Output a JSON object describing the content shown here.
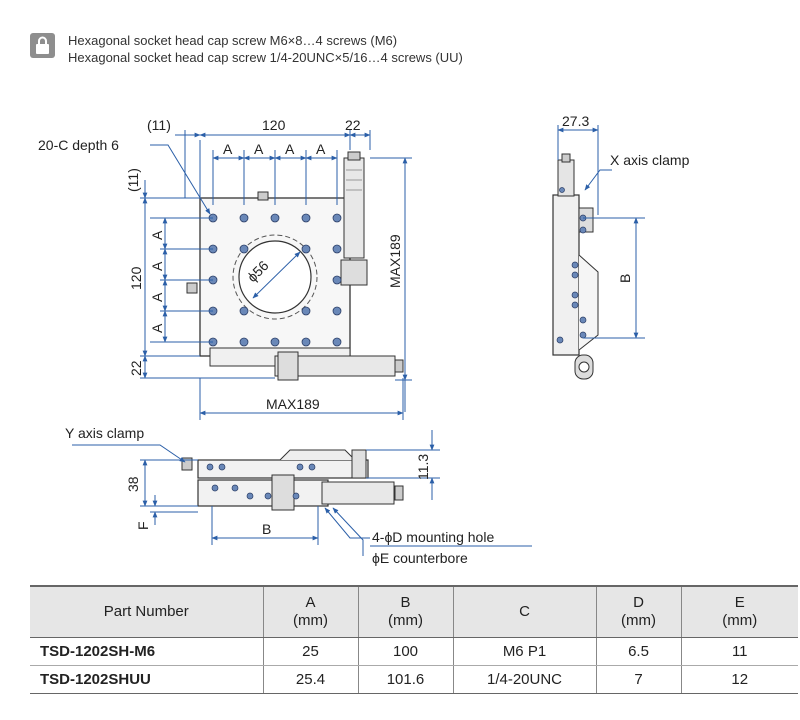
{
  "notes": {
    "line1": "Hexagonal socket head cap screw M6×8…4 screws (M6)",
    "line2": "Hexagonal socket head cap screw 1/4-20UNC×5/16…4 screws (UU)"
  },
  "drawing": {
    "top_view": {
      "dim_11_top": "(11)",
      "dim_120_top": "120",
      "dim_22_top": "22",
      "hole_callout": "20-C depth 6",
      "dim_11_left": "(11)",
      "a_labels_top": [
        "A",
        "A",
        "A",
        "A"
      ],
      "a_labels_left": [
        "A",
        "A",
        "A",
        "A"
      ],
      "dim_120_left": "120",
      "dim_22_left": "22",
      "center_hole": "ϕ56",
      "max_height": "MAX189",
      "max_width": "MAX189"
    },
    "side_view": {
      "dim_27_3": "27.3",
      "x_clamp": "X axis clamp",
      "dim_b": "B"
    },
    "front_view": {
      "y_clamp": "Y axis clamp",
      "dim_38": "38",
      "dim_f": "F",
      "dim_11_3": "11.3",
      "dim_b": "B",
      "mounting_hole": "4-ϕD  mounting hole",
      "counterbore": "ϕE counterbore"
    }
  },
  "table": {
    "headers": [
      {
        "line1": "Part Number",
        "line2": ""
      },
      {
        "line1": "A",
        "line2": "(mm)"
      },
      {
        "line1": "B",
        "line2": "(mm)"
      },
      {
        "line1": "C",
        "line2": ""
      },
      {
        "line1": "D",
        "line2": "(mm)"
      },
      {
        "line1": "E",
        "line2": "(mm)"
      }
    ],
    "rows": [
      [
        "TSD-1202SH-M6",
        "25",
        "100",
        "M6 P1",
        "6.5",
        "11"
      ],
      [
        "TSD-1202SHUU",
        "25.4",
        "101.6",
        "1/4-20UNC",
        "7",
        "12"
      ]
    ]
  },
  "colors": {
    "dimension_line": "#2b5fa8",
    "part_outline": "#333333",
    "hole_fill": "#6a88b8",
    "header_bg": "#e6e6e6"
  }
}
